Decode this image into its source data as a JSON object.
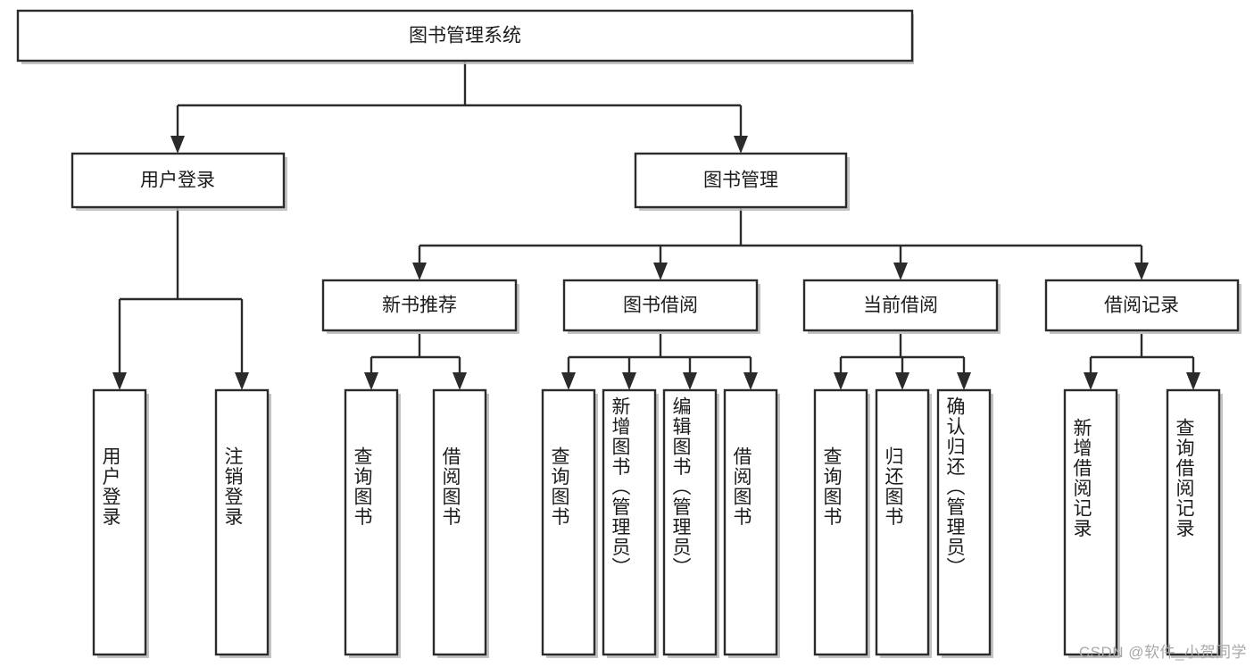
{
  "diagram": {
    "type": "tree-hierarchy",
    "title": "图书管理系统",
    "root": {
      "label": "图书管理系统",
      "id": "root"
    },
    "level2": [
      {
        "id": "user-login",
        "label": "用户登录"
      },
      {
        "id": "book-manage",
        "label": "图书管理"
      }
    ],
    "level3": [
      {
        "id": "new-book-recommend",
        "label": "新书推荐",
        "parent": "book-manage"
      },
      {
        "id": "book-borrow",
        "label": "图书借阅",
        "parent": "book-manage"
      },
      {
        "id": "current-borrow",
        "label": "当前借阅",
        "parent": "book-manage"
      },
      {
        "id": "borrow-record",
        "label": "借阅记录",
        "parent": "book-manage"
      }
    ],
    "leaves": {
      "user-login": [
        {
          "id": "leaf-user-login",
          "label": "用户登录"
        },
        {
          "id": "leaf-logout",
          "label": "注销登录"
        }
      ],
      "new-book-recommend": [
        {
          "id": "leaf-query-book-1",
          "label": "查询图书"
        },
        {
          "id": "leaf-borrow-book-1",
          "label": "借阅图书"
        }
      ],
      "book-borrow": [
        {
          "id": "leaf-query-book-2",
          "label": "查询图书"
        },
        {
          "id": "leaf-add-book",
          "label": "新增图书（管理员）"
        },
        {
          "id": "leaf-edit-book",
          "label": "编辑图书（管理员）"
        },
        {
          "id": "leaf-borrow-book-2",
          "label": "借阅图书"
        }
      ],
      "current-borrow": [
        {
          "id": "leaf-query-book-3",
          "label": "查询图书"
        },
        {
          "id": "leaf-return-book",
          "label": "归还图书"
        },
        {
          "id": "leaf-confirm-return",
          "label": "确认归还（管理员）"
        }
      ],
      "borrow-record": [
        {
          "id": "leaf-add-record",
          "label": "新增借阅记录"
        },
        {
          "id": "leaf-query-record",
          "label": "查询借阅记录"
        }
      ]
    }
  },
  "watermark": {
    "text": "CSDN @软件_小贺同学"
  },
  "colors": {
    "stroke": "#2b2b2b",
    "fill": "#ffffff",
    "text": "#1b1b1b",
    "shadow": "#b9b9b9",
    "watermark": "#a8a8a8"
  }
}
